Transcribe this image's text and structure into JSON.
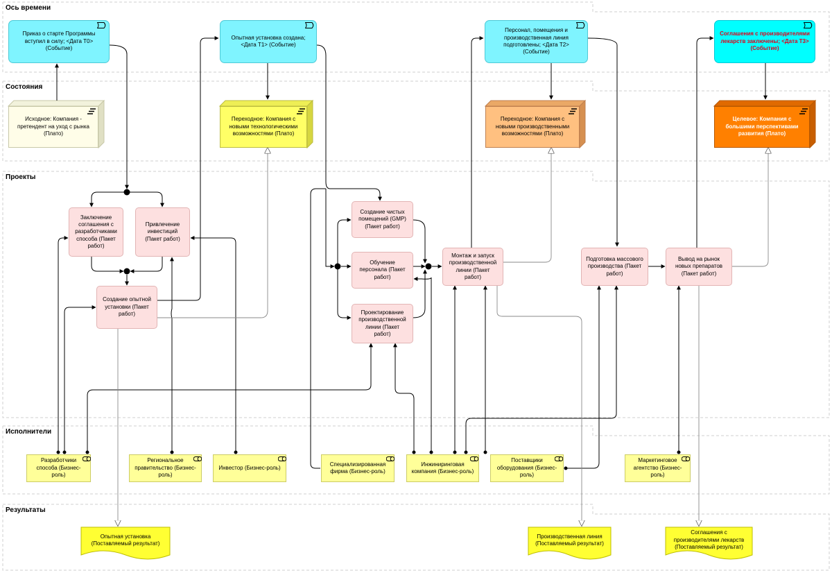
{
  "lanes": {
    "time": "Ось времени",
    "states": "Состояния",
    "projects": "Проекты",
    "performers": "Исполнители",
    "results": "Результаты"
  },
  "events": {
    "t0": "Приказ о старте Программы вступил в силу; <Дата Т0> (Событие)",
    "t1": "Опытная установка создана; <Дата Т1> (Событие)",
    "t2": "Персонал, помещения и производственная линия подготовлены; <Дата Т2> (Событие)",
    "t3": "Соглашения с производителями лекарств заключены; <Дата Т3> (Событие)"
  },
  "plateaus": {
    "initial": "Исходное:  Компания - претендент на уход с рынка (Плато)",
    "transitional1": "Переходное:  Компания с новыми технологическими возможностями (Плато)",
    "transitional2": "Переходное:  Компания с новыми производственными возможностями (Плато)",
    "target": "Целевое:   Компания с большими перспективами развития (Плато)"
  },
  "work_packages": {
    "agreement": "Заключение соглашения с разработчиками способа (Пакет работ)",
    "investment": "Привлечение инвестиций (Пакет работ)",
    "pilot": "Создание опытной установки (Пакет работ)",
    "clean_rooms": "Создание чистых помещений (GMP) (Пакет работ)",
    "training": "Обучение персонала (Пакет работ)",
    "line_design": "Проектирование производственной линии (Пакет работ)",
    "line_install": "Монтаж и запуск производственной линии (Пакет работ)",
    "mass_prep": "Подготовка массового производства (Пакет работ)",
    "market": "Вывод на рынок новых препаратов (Пакет работ)"
  },
  "roles": {
    "developers": "Разработчики способа (Бизнес-роль)",
    "regional_gov": "Региональное правительство (Бизнес-роль)",
    "investor": "Инвестор (Бизнес-роль)",
    "specialized": "Специализированная фирма (Бизнес-роль)",
    "engineering": "Инжиниринговая компания (Бизнес-роль)",
    "suppliers": "Поставщики оборудования (Бизнес-роль)",
    "marketing": "Маркетинговое агентство (Бизнес-роль)"
  },
  "deliverables": {
    "pilot_unit": "Опытная установка (Поставляемый результат)",
    "prod_line": "Производственная линия (Поставляемый результат)",
    "agreements": "Соглашения с производителями лекарств (Поставляемый результат)"
  },
  "colors": {
    "event": "#7ff4ff",
    "event_bright": "#00ffff",
    "event_bright_text": "#e0001a",
    "plateau_initial": "#fffde8",
    "plateau_transitional1": "#ffff66",
    "plateau_transitional2": "#ffc080",
    "plateau_target": "#ff8000",
    "work_package": "#fde0e0",
    "role": "#ffff99",
    "deliverable": "#ffff33"
  }
}
